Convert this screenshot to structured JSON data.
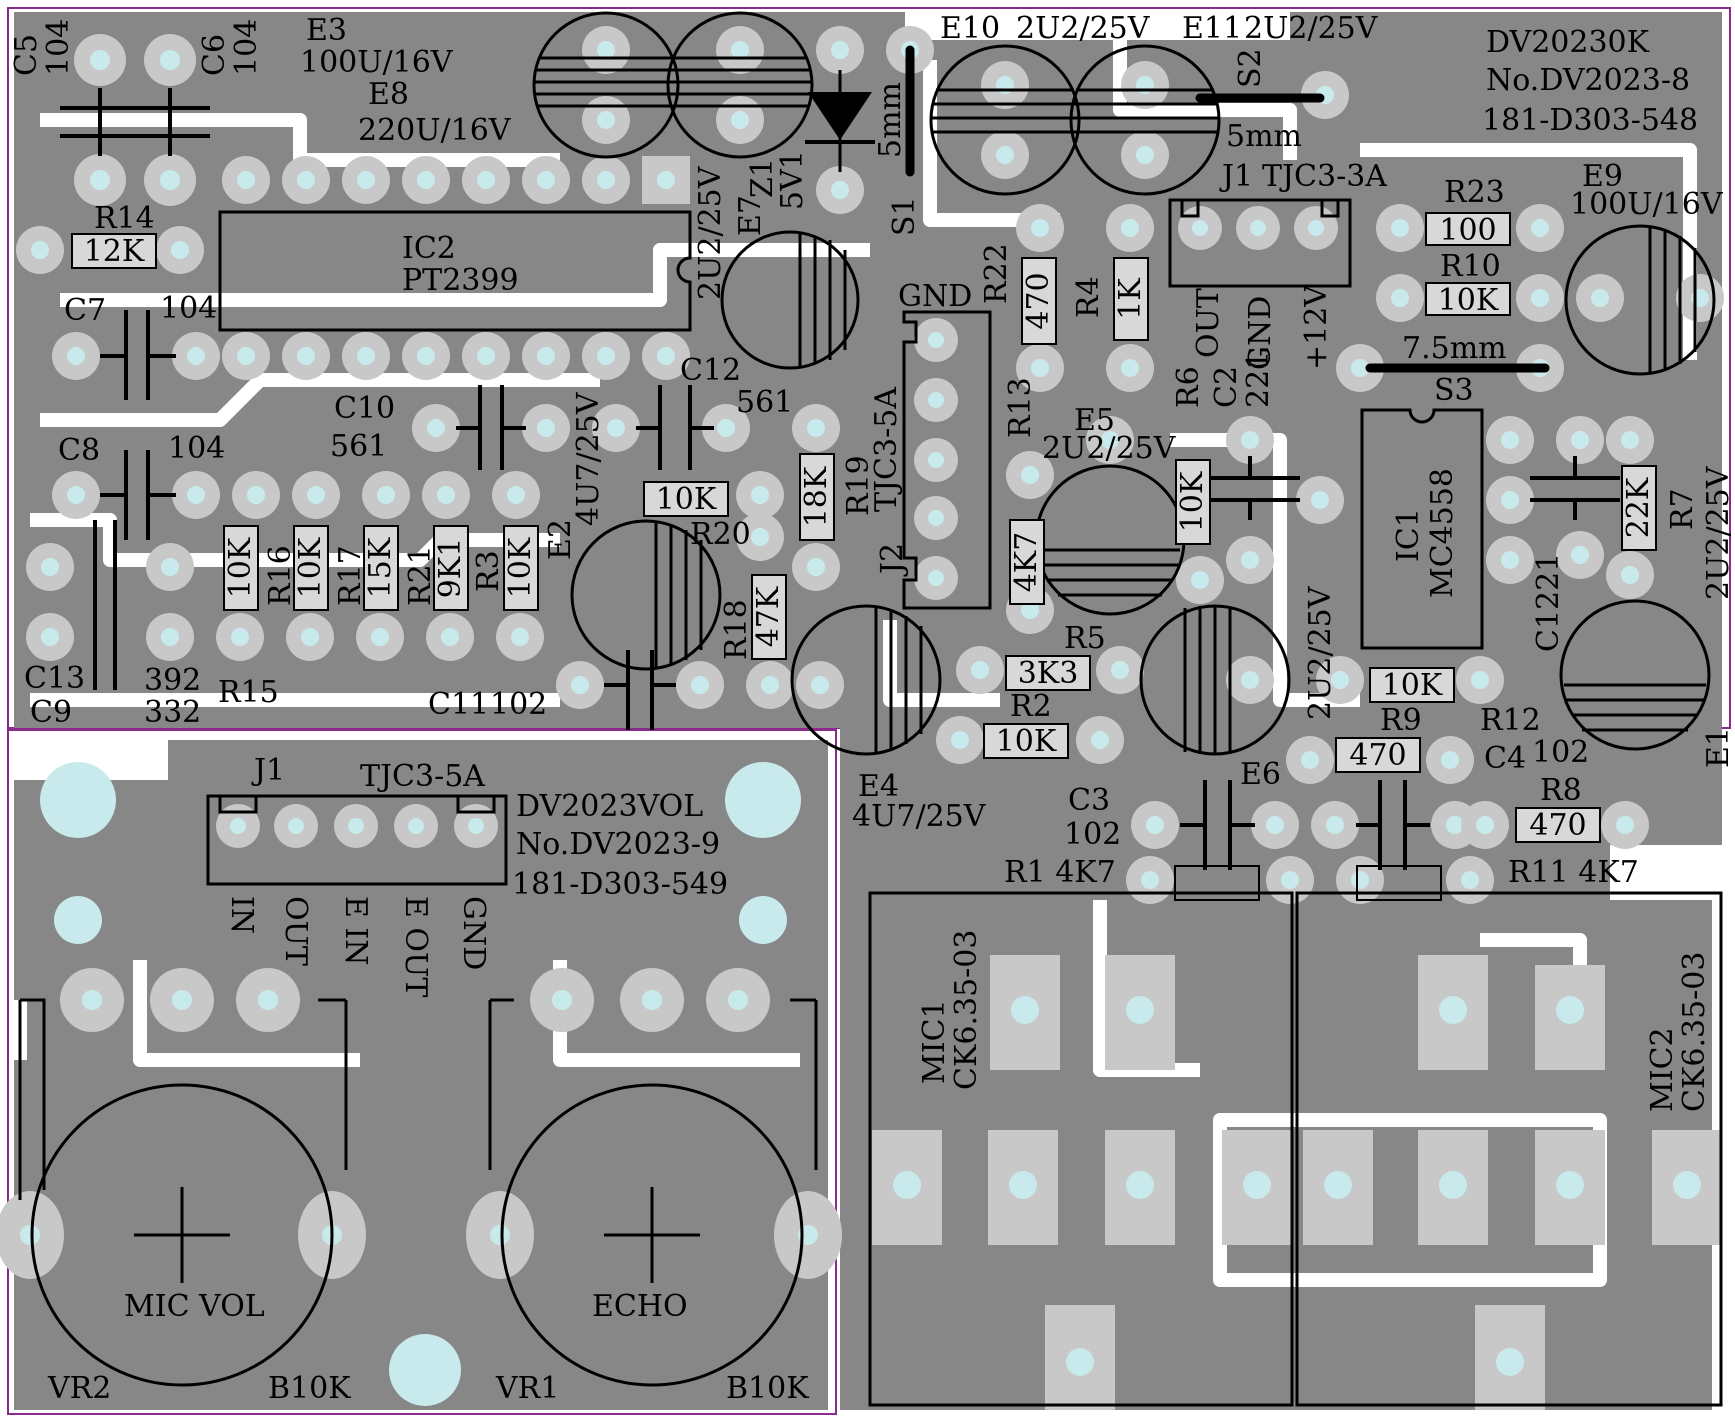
{
  "board_main": {
    "id_line1": "DV20230K",
    "id_line2": "No.DV2023-8",
    "id_line3": "181-D303-548"
  },
  "board_vol": {
    "id_line1": "DV2023VOL",
    "id_line2": "No.DV2023-9",
    "id_line3": "181-D303-549"
  },
  "labels": [
    {
      "id": "c5",
      "text": "C5"
    },
    {
      "id": "c5v",
      "text": "104"
    },
    {
      "id": "c6",
      "text": "C6"
    },
    {
      "id": "c6v",
      "text": "104"
    },
    {
      "id": "e3",
      "text": "E3"
    },
    {
      "id": "e3v",
      "text": "100U/16V"
    },
    {
      "id": "e8",
      "text": "E8"
    },
    {
      "id": "e8v",
      "text": "220U/16V"
    },
    {
      "id": "e10",
      "text": "E10"
    },
    {
      "id": "e10v",
      "text": "2U2/25V"
    },
    {
      "id": "e11",
      "text": "E11"
    },
    {
      "id": "e11v",
      "text": "2U2/25V"
    },
    {
      "id": "s2",
      "text": "S2"
    },
    {
      "id": "s2mm",
      "text": "5mm"
    },
    {
      "id": "s1",
      "text": "S1"
    },
    {
      "id": "s1mm",
      "text": "5mm"
    },
    {
      "id": "j1top",
      "text": "J1"
    },
    {
      "id": "j1topv",
      "text": "TJC3-3A"
    },
    {
      "id": "r23",
      "text": "R23"
    },
    {
      "id": "r10",
      "text": "R10"
    },
    {
      "id": "e9",
      "text": "E9"
    },
    {
      "id": "e9v",
      "text": "100U/16V"
    },
    {
      "id": "r14",
      "text": "R14"
    },
    {
      "id": "ic2",
      "text": "IC2"
    },
    {
      "id": "ic2v",
      "text": "PT2399"
    },
    {
      "id": "e7",
      "text": "E7"
    },
    {
      "id": "e7v",
      "text": "2U2/25V"
    },
    {
      "id": "z1",
      "text": "Z1"
    },
    {
      "id": "z1v",
      "text": "5V1"
    },
    {
      "id": "gnd",
      "text": "GND"
    },
    {
      "id": "r22",
      "text": "R22"
    },
    {
      "id": "r4",
      "text": "R4"
    },
    {
      "id": "out",
      "text": "OUT"
    },
    {
      "id": "gnd2",
      "text": "GND"
    },
    {
      "id": "p12v",
      "text": "+12V"
    },
    {
      "id": "s3mm",
      "text": "7.5mm"
    },
    {
      "id": "s3",
      "text": "S3"
    },
    {
      "id": "c7",
      "text": "C7"
    },
    {
      "id": "c7v",
      "text": "104"
    },
    {
      "id": "c12",
      "text": "C12"
    },
    {
      "id": "c12v",
      "text": "561"
    },
    {
      "id": "c10",
      "text": "C10"
    },
    {
      "id": "c10v",
      "text": "561"
    },
    {
      "id": "e2v",
      "text": "4U7/25V"
    },
    {
      "id": "e2",
      "text": "E2"
    },
    {
      "id": "r19",
      "text": "R19"
    },
    {
      "id": "j2v",
      "text": "TJC3-5A"
    },
    {
      "id": "j2",
      "text": "J2"
    },
    {
      "id": "r13",
      "text": "R13"
    },
    {
      "id": "e5",
      "text": "E5"
    },
    {
      "id": "e5v",
      "text": "2U2/25V"
    },
    {
      "id": "r6",
      "text": "R6"
    },
    {
      "id": "c2",
      "text": "C2"
    },
    {
      "id": "c2v",
      "text": "221"
    },
    {
      "id": "c8",
      "text": "C8"
    },
    {
      "id": "c8v",
      "text": "104"
    },
    {
      "id": "r20",
      "text": "R20"
    },
    {
      "id": "r18",
      "text": "R18"
    },
    {
      "id": "r16",
      "text": "R16"
    },
    {
      "id": "r17",
      "text": "R17"
    },
    {
      "id": "r21",
      "text": "R21"
    },
    {
      "id": "r3",
      "text": "R3"
    },
    {
      "id": "ic1",
      "text": "IC1"
    },
    {
      "id": "ic1v",
      "text": "MC4558"
    },
    {
      "id": "r7",
      "text": "R7"
    },
    {
      "id": "e1v",
      "text": "2U2/25V"
    },
    {
      "id": "e1",
      "text": "E1"
    },
    {
      "id": "c1",
      "text": "C1"
    },
    {
      "id": "c1v",
      "text": "221"
    },
    {
      "id": "e6v",
      "text": "2U2/25V"
    },
    {
      "id": "r5",
      "text": "R5"
    },
    {
      "id": "r2",
      "text": "R2"
    },
    {
      "id": "c13",
      "text": "C13"
    },
    {
      "id": "c9",
      "text": "C9"
    },
    {
      "id": "c13v",
      "text": "392"
    },
    {
      "id": "c9v",
      "text": "332"
    },
    {
      "id": "r15",
      "text": "R15"
    },
    {
      "id": "c11",
      "text": "C11"
    },
    {
      "id": "c11v",
      "text": "102"
    },
    {
      "id": "r9",
      "text": "R9"
    },
    {
      "id": "r12",
      "text": "R12"
    },
    {
      "id": "r12v",
      "text": "102"
    },
    {
      "id": "c4",
      "text": "C4"
    },
    {
      "id": "r8",
      "text": "R8"
    },
    {
      "id": "e4",
      "text": "E4"
    },
    {
      "id": "e4v",
      "text": "4U7/25V"
    },
    {
      "id": "c3",
      "text": "C3"
    },
    {
      "id": "c3v",
      "text": "102"
    },
    {
      "id": "e6",
      "text": "E6"
    },
    {
      "id": "r1",
      "text": "R1 4K7"
    },
    {
      "id": "r11",
      "text": "R11 4K7"
    },
    {
      "id": "j1b",
      "text": "J1"
    },
    {
      "id": "j1bv",
      "text": "TJC3-5A"
    },
    {
      "id": "pin_in",
      "text": "IN"
    },
    {
      "id": "pin_out",
      "text": "OUT"
    },
    {
      "id": "pin_ein",
      "text": "E IN"
    },
    {
      "id": "pin_eout",
      "text": "E OUT"
    },
    {
      "id": "pin_gnd",
      "text": "GND"
    },
    {
      "id": "mic1",
      "text": "MIC1"
    },
    {
      "id": "mic1v",
      "text": "CK6.35-03"
    },
    {
      "id": "mic2",
      "text": "MIC2"
    },
    {
      "id": "mic2v",
      "text": "CK6.35-03"
    },
    {
      "id": "micvol",
      "text": "MIC VOL"
    },
    {
      "id": "echo",
      "text": "ECHO"
    },
    {
      "id": "vr2",
      "text": "VR2"
    },
    {
      "id": "vr2v",
      "text": "B10K"
    },
    {
      "id": "vr1",
      "text": "VR1"
    },
    {
      "id": "vr1v",
      "text": "B10K"
    }
  ],
  "value_boxes": [
    {
      "id": "r14v",
      "text": "12K"
    },
    {
      "id": "r23v",
      "text": "100"
    },
    {
      "id": "r10v",
      "text": "10K"
    },
    {
      "id": "r22v",
      "text": "470"
    },
    {
      "id": "r4v",
      "text": "1K"
    },
    {
      "id": "r20v",
      "text": "10K"
    },
    {
      "id": "r19v",
      "text": "18K"
    },
    {
      "id": "r16v",
      "text": "10K"
    },
    {
      "id": "r16bv",
      "text": "10K"
    },
    {
      "id": "r17v",
      "text": "15K"
    },
    {
      "id": "r21v",
      "text": "9K1"
    },
    {
      "id": "r3v",
      "text": "10K"
    },
    {
      "id": "r18v",
      "text": "47K"
    },
    {
      "id": "r13v",
      "text": "4K7"
    },
    {
      "id": "r6v",
      "text": "10K"
    },
    {
      "id": "r7v",
      "text": "22K"
    },
    {
      "id": "r5v",
      "text": "3K3"
    },
    {
      "id": "r2v",
      "text": "10K"
    },
    {
      "id": "r9top",
      "text": "10K"
    },
    {
      "id": "r9v",
      "text": "470"
    },
    {
      "id": "r8v",
      "text": "470"
    }
  ]
}
